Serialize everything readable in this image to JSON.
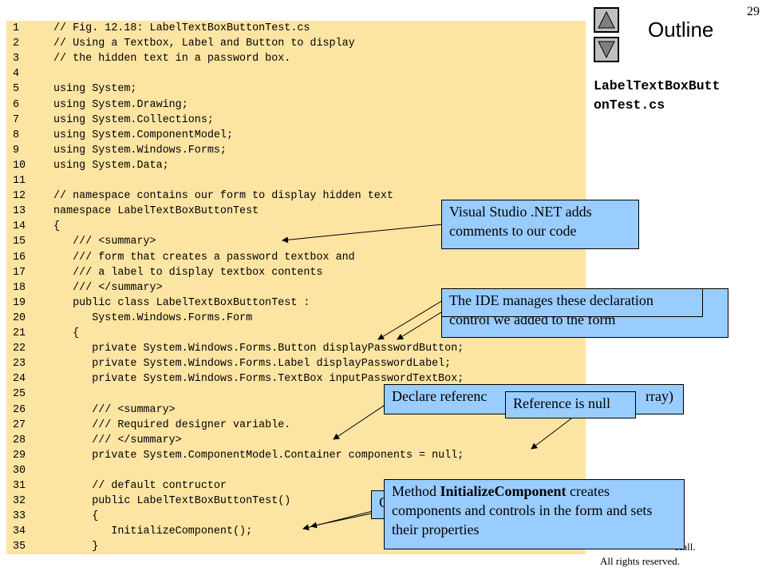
{
  "slide_number": "29",
  "outline": {
    "title": "Outline",
    "up_icon": "triangle-up-icon",
    "down_icon": "triangle-down-icon"
  },
  "file_name_line1": "LabelTextBoxButt",
  "file_name_line2": "onTest.cs",
  "copyright": {
    "line1": "Hall.",
    "line2": "All rights reserved."
  },
  "code_lines": [
    {
      "n": "1",
      "t": "// Fig. 12.18: LabelTextBoxButtonTest.cs"
    },
    {
      "n": "2",
      "t": "// Using a Textbox, Label and Button to display"
    },
    {
      "n": "3",
      "t": "// the hidden text in a password box."
    },
    {
      "n": "4",
      "t": ""
    },
    {
      "n": "5",
      "t": "using System;"
    },
    {
      "n": "6",
      "t": "using System.Drawing;"
    },
    {
      "n": "7",
      "t": "using System.Collections;"
    },
    {
      "n": "8",
      "t": "using System.ComponentModel;"
    },
    {
      "n": "9",
      "t": "using System.Windows.Forms;"
    },
    {
      "n": "10",
      "t": "using System.Data;"
    },
    {
      "n": "11",
      "t": ""
    },
    {
      "n": "12",
      "t": "// namespace contains our form to display hidden text"
    },
    {
      "n": "13",
      "t": "namespace LabelTextBoxButtonTest"
    },
    {
      "n": "14",
      "t": "{"
    },
    {
      "n": "15",
      "t": "   /// <summary>"
    },
    {
      "n": "16",
      "t": "   /// form that creates a password textbox and"
    },
    {
      "n": "17",
      "t": "   /// a label to display textbox contents"
    },
    {
      "n": "18",
      "t": "   /// </summary>"
    },
    {
      "n": "19",
      "t": "   public class LabelTextBoxButtonTest :"
    },
    {
      "n": "20",
      "t": "      System.Windows.Forms.Form"
    },
    {
      "n": "21",
      "t": "   {"
    },
    {
      "n": "22",
      "t": "      private System.Windows.Forms.Button displayPasswordButton;"
    },
    {
      "n": "23",
      "t": "      private System.Windows.Forms.Label displayPasswordLabel;"
    },
    {
      "n": "24",
      "t": "      private System.Windows.Forms.TextBox inputPasswordTextBox;"
    },
    {
      "n": "25",
      "t": ""
    },
    {
      "n": "26",
      "t": "      /// <summary>"
    },
    {
      "n": "27",
      "t": "      /// Required designer variable."
    },
    {
      "n": "28",
      "t": "      /// </summary>"
    },
    {
      "n": "29",
      "t": "      private System.ComponentModel.Container components = null;"
    },
    {
      "n": "30",
      "t": ""
    },
    {
      "n": "31",
      "t": "      // default contructor"
    },
    {
      "n": "32",
      "t": "      public LabelTextBoxButtonTest()"
    },
    {
      "n": "33",
      "t": "      {"
    },
    {
      "n": "34",
      "t": "         InitializeComponent();"
    },
    {
      "n": "35",
      "t": "      }"
    }
  ],
  "callouts": {
    "vsnet": "Visual Studio .NET adds comments to our code",
    "ide_back": "The IDE manages these declarations for the control we added to the form",
    "ide_front": "The IDE manages these declaration",
    "declare": "Declare reference components (an array)",
    "declare_visible": "Declare referenc",
    "declare_tail": "rray)",
    "null_ref": "Reference is null",
    "small_back": "C",
    "method_prefix": "Method ",
    "method_bold": "InitializeComponent",
    "method_rest": " creates components and controls in the form and sets their properties"
  }
}
